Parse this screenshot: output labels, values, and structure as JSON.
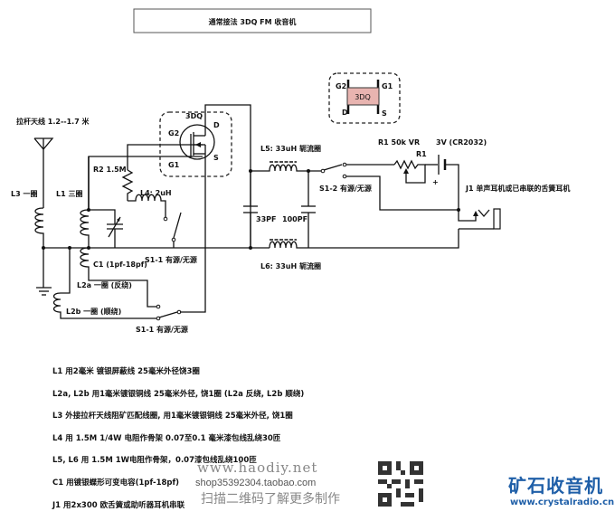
{
  "title": "通常接法 3DQ FM 收音机",
  "labels": {
    "antenna": "拉杆天线 1.2--1.7 米",
    "l3": "L3 一圈",
    "l1": "L1 三圈",
    "r2": "R2 1.5M",
    "l4": "L4: 2uH",
    "c1": "C1 (1pf-18pf)",
    "l2a": "L2a 一圈 (反绕)",
    "l2b": "L2b 一圈 (顺绕)",
    "s1_1_upper": "S1-1 有源/无源",
    "s1_1_lower": "S1-1 有源/无源",
    "fet": "3DQ",
    "g2": "G2",
    "g1": "G1",
    "d": "D",
    "s": "S",
    "l5": "L5: 33uH 轭流圈",
    "l6": "L6: 33uH 轭流圈",
    "c33": "33PF",
    "c100": "100PF",
    "s1_2": "S1-2 有源/无源",
    "r1_title": "R1 50k VR",
    "r1": "R1",
    "battery": "3V (CR2032)",
    "plus": "+",
    "j1": "J1 单声耳机或已串联的舌簧耳机",
    "pin_g2": "G2",
    "pin_g1": "G1",
    "pin_d": "D",
    "pin_s": "S",
    "pkg": "3DQ"
  },
  "notes": [
    "L1 用2毫米 镀银屏蔽线 25毫米外径饶3圈",
    "L2a, L2b 用1毫米镀银铜线 25毫米外径, 饶1圈 (L2a 反绕, L2b 顺绕)",
    "L3 外接拉杆天线阻矿匹配线圈, 用1毫米镀银铜线 25毫米外径, 饶1圈",
    "L4 用 1.5M 1/4W 电阻作骨架 0.07至0.1 毫米漆包线乱绕30匝",
    "L5, L6 用 1.5M 1W电阻作骨架，0.07漆包线乱绕100匝",
    "C1 用镀银蝶形可变电容(1pf-18pf)",
    "J1 用2x300 欧舌簧或助听器耳机串联"
  ],
  "watermark": {
    "site": "www.haodiy.net",
    "shop": "shop35392304.taobao.com",
    "scan": "扫描二维码了解更多制作",
    "brand": "矿石收音机",
    "url": "www.crystalradio.cn"
  },
  "colors": {
    "package_fill": "#e8b4b0",
    "brand": "#1f5fa8"
  }
}
